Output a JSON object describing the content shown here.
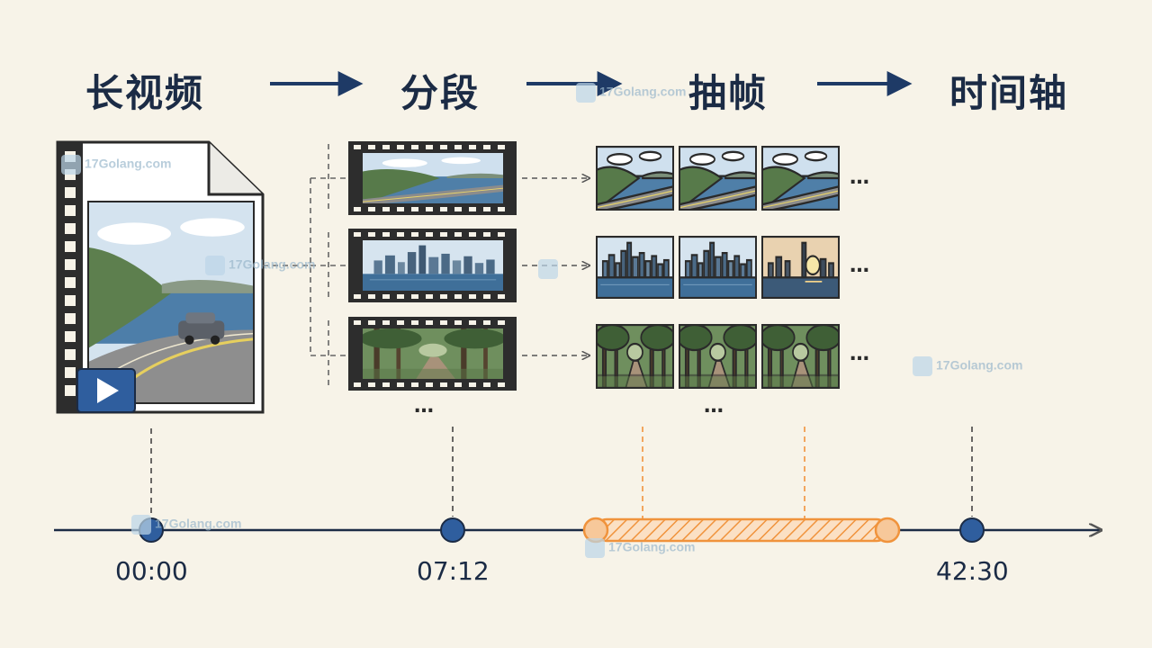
{
  "stages": [
    "长视频",
    "分段",
    "抽帧",
    "时间轴"
  ],
  "timestamps": [
    "00:00",
    "07:12",
    "42:30"
  ],
  "ellipsis": "…",
  "watermark": "17Golang.com",
  "colors": {
    "navy": "#1e3a66",
    "orange": "#f0933c",
    "ink": "#2a2a2a",
    "play": "#2f5e9e"
  }
}
